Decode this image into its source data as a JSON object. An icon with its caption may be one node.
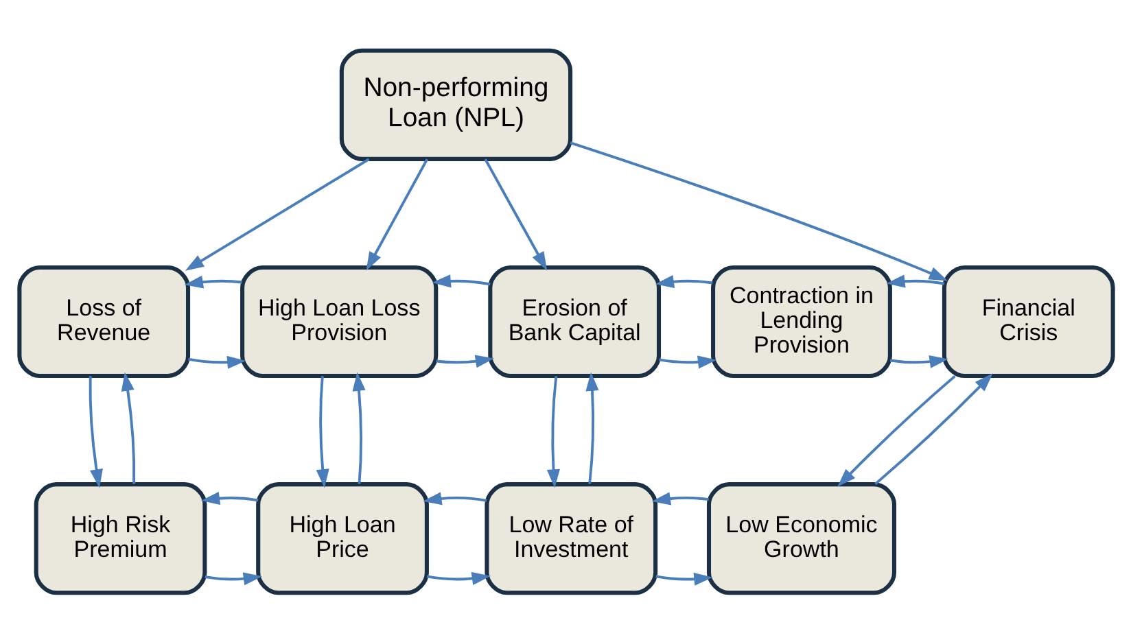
{
  "diagram": {
    "nodes": [
      {
        "text": [
          "Non-performing Loan (NPL)"
        ]
      },
      {
        "text": [
          "Loss of Revenue"
        ]
      },
      {
        "text": [
          "High Loan Loss Provision"
        ]
      },
      {
        "text": [
          "Erosion of Bank Capital"
        ]
      },
      {
        "text": [
          "Contraction in Lending Provision"
        ]
      },
      {
        "text": [
          "Financial Crisis"
        ]
      },
      {
        "text": [
          "High Risk Premium"
        ]
      },
      {
        "text": [
          "High Loan Price"
        ]
      },
      {
        "text": [
          "Low Rate of Investment"
        ]
      },
      {
        "text": [
          "Low Economic Growth"
        ]
      }
    ],
    "edges": [
      {
        "from": 0,
        "to": 1,
        "arrow": "to"
      },
      {
        "from": 0,
        "to": 2,
        "arrow": "to"
      },
      {
        "from": 0,
        "to": 3,
        "arrow": "to"
      },
      {
        "from": 0,
        "to": 5,
        "arrow": "to"
      },
      {
        "from": 1,
        "to": 2,
        "arrow": "to"
      },
      {
        "from": 2,
        "to": 1,
        "arrow": "to"
      },
      {
        "from": 2,
        "to": 3,
        "arrow": "to"
      },
      {
        "from": 3,
        "to": 2,
        "arrow": "to"
      },
      {
        "from": 3,
        "to": 4,
        "arrow": "to"
      },
      {
        "from": 4,
        "to": 3,
        "arrow": "to"
      },
      {
        "from": 4,
        "to": 5,
        "arrow": "to"
      },
      {
        "from": 5,
        "to": 4,
        "arrow": "to"
      },
      {
        "from": 6,
        "to": 1,
        "arrow": "to"
      },
      {
        "from": 1,
        "to": 6,
        "arrow": "to"
      },
      {
        "from": 7,
        "to": 2,
        "arrow": "to"
      },
      {
        "from": 2,
        "to": 7,
        "arrow": "to"
      },
      {
        "from": 8,
        "to": 3,
        "arrow": "to"
      },
      {
        "from": 3,
        "to": 8,
        "arrow": "to"
      },
      {
        "from": 9,
        "to": 5,
        "arrow": "to"
      },
      {
        "from": 5,
        "to": 9,
        "arrow": "to"
      },
      {
        "from": 6,
        "to": 7,
        "arrow": "to"
      },
      {
        "from": 7,
        "to": 6,
        "arrow": "to"
      },
      {
        "from": 7,
        "to": 8,
        "arrow": "to"
      },
      {
        "from": 8,
        "to": 7,
        "arrow": "to"
      },
      {
        "from": 8,
        "to": 9,
        "arrow": "to"
      },
      {
        "from": 9,
        "to": 8,
        "arrow": "to"
      }
    ]
  }
}
